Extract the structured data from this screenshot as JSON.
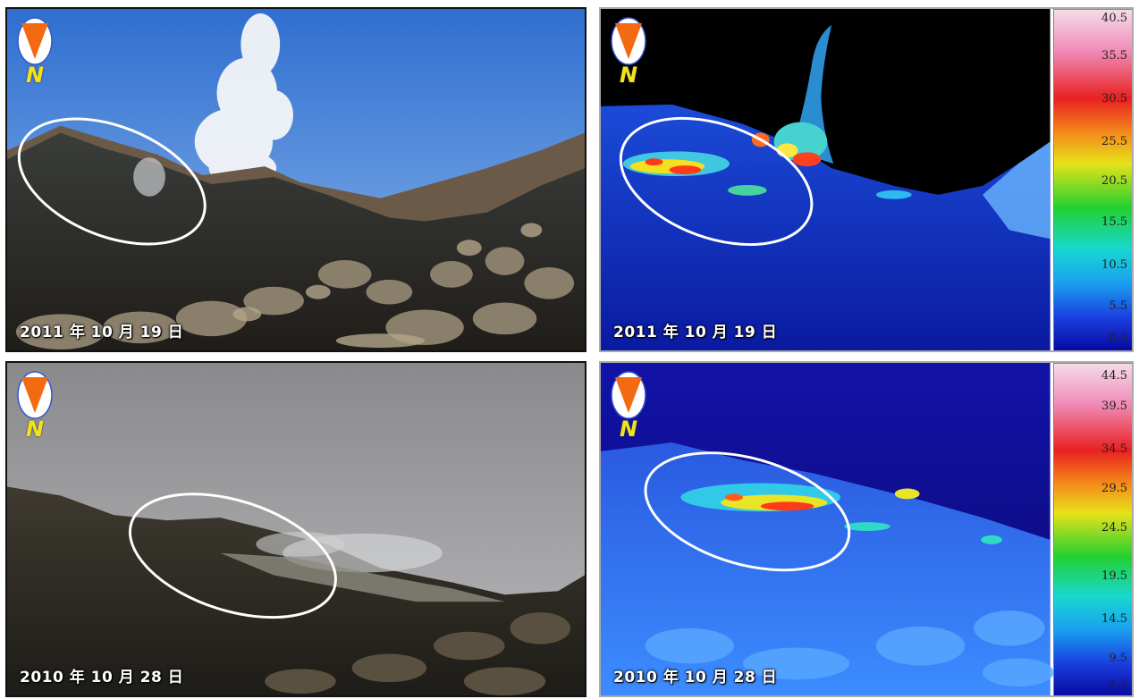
{
  "panels": [
    {
      "id": "top-left",
      "kind": "photo",
      "date": "2011 年 10 月 19 日",
      "compass": "N"
    },
    {
      "id": "top-right",
      "kind": "thermal",
      "date": "2011 年 10 月 19 日",
      "compass": "N",
      "scale": [
        "40.5",
        "35.5",
        "30.5",
        "25.5",
        "20.5",
        "15.5",
        "10.5",
        "5.5",
        "0.5"
      ]
    },
    {
      "id": "bottom-left",
      "kind": "photo",
      "date": "2010 年 10 月 28 日",
      "compass": "N"
    },
    {
      "id": "bottom-right",
      "kind": "thermal",
      "date": "2010 年 10 月 28 日",
      "compass": "N",
      "scale": [
        "44.5",
        "39.5",
        "34.5",
        "29.5",
        "24.5",
        "19.5",
        "14.5",
        "9.5",
        "4.5"
      ]
    }
  ],
  "colors": {
    "compass_orange": "#f26a12",
    "compass_letter": "#f2e21b",
    "circle": "#ffffff"
  }
}
